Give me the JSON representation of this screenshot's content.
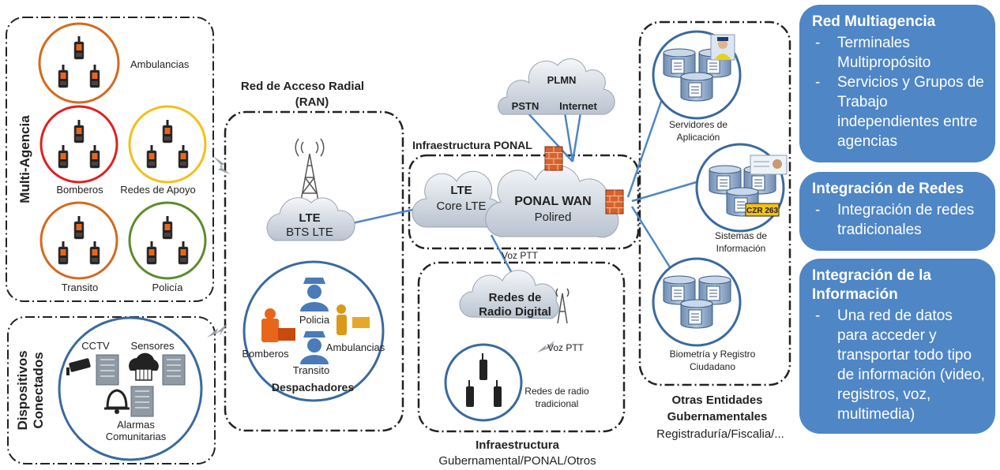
{
  "sections": {
    "multi_agencia": "Multi-Agencia",
    "dispositivos": [
      "Dispositivos",
      "Conectados"
    ],
    "ran_title": [
      "Red de Acceso Radial",
      "(RAN)"
    ],
    "infra_ponal": "Infraestructura PONAL",
    "infra_bottom": "Infraestructura",
    "infra_bottom_sub": "Gubernamental/PONAL/Otros",
    "otras_title": [
      "Otras Entidades",
      "Gubernamentales"
    ],
    "otras_sub": "Registraduría/Fiscalia/..."
  },
  "agencies": {
    "ambulancias": "Ambulancias",
    "bomberos": "Bomberos",
    "redes_apoyo": "Redes de Apoyo",
    "transito": "Transito",
    "policia": "Policía"
  },
  "devices": {
    "cctv": "CCTV",
    "sensores": "Sensores",
    "alarmas": [
      "Alarmas",
      "Comunitarias"
    ]
  },
  "ran": {
    "lte": "LTE",
    "bts": "BTS LTE",
    "policia": "Policia",
    "bomberos": "Bomberos",
    "ambulancias": "Ambulancias",
    "transito": "Transito",
    "despachadores": "Despachadores"
  },
  "core": {
    "lte": "LTE",
    "core_lte": "Core LTE",
    "ponal_wan": "PONAL WAN",
    "polired": "Polired",
    "plmn": "PLMN",
    "pstn": "PSTN",
    "internet": "Internet",
    "voz_ptt": "Voz PTT"
  },
  "radio": {
    "redes_de": "Redes de",
    "radio_digital": "Radio Digital",
    "voz_ptt": "Voz PTT",
    "tradicional": [
      "Redes de radio",
      "tradicional"
    ]
  },
  "servers": {
    "aplicacion": [
      "Servidores de",
      "Aplicación"
    ],
    "informacion": [
      "Sistemas de",
      "Información"
    ],
    "biometria": [
      "Biometría y Registro",
      "Ciudadano"
    ],
    "plate": "CZR 263"
  },
  "panels": [
    {
      "title": "Red Multiagencia",
      "items": [
        "Terminales Multipropósito",
        "Servicios y Grupos de Trabajo independientes entre agencias"
      ]
    },
    {
      "title": "Integración de Redes",
      "items": [
        "Integración de redes tradicionales"
      ]
    },
    {
      "title": "Integración de la Información",
      "items": [
        "Una red de datos para acceder y transportar todo tipo de información (video, registros, voz, multimedia)"
      ]
    }
  ],
  "colors": {
    "ambulancias": "#d46a1f",
    "bomberos": "#e02020",
    "redes_apoyo": "#f2c018",
    "transito": "#d46a1f",
    "policia": "#5c8c2e",
    "network_blue": "#4f86c6",
    "panel_blue": "#4f86c6"
  }
}
